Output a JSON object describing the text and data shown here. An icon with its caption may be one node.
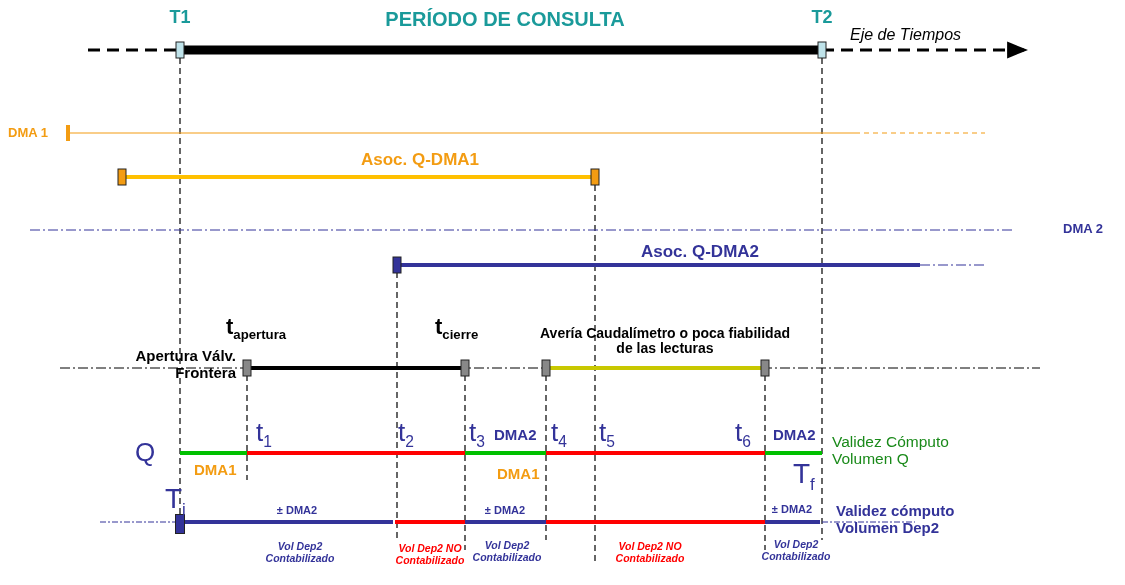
{
  "diagram": {
    "labels": [
      "T1",
      "PERÍODO DE CONSULTA",
      "T2",
      "Eje de Tiempos",
      "DMA 1",
      "Asoc. Q-DMA1",
      "DMA 2",
      "Asoc. Q-DMA2",
      "t$_{apertura}$",
      "t$_{cierre}$",
      "Avería Caudalímetro o poca fiabilidad de las lecturas",
      "Apertura Válv. Frontera",
      "Q",
      "t$_{1}$",
      "t$_{2}$",
      "t$_{3}$",
      "DMA2",
      "t$_{4}$",
      "t$_{5}$",
      "t$_{6}$",
      "DMA2",
      "Validez Cómputo Volumen Q",
      "DMA1",
      "DMA1",
      "T$_{i}$",
      "T$_{f}$",
      "± DMA2",
      "± DMA2",
      "± DMA2",
      "Validez cómputo Volumen Dep2",
      "Vol Dep2 Contabilizado",
      "Vol Dep2 NO Contabilizado",
      "Vol Dep2 Contabilizado",
      "Vol Dep2 NO Contabilizado",
      "Vol Dep2 Contabilizado"
    ]
  }
}
